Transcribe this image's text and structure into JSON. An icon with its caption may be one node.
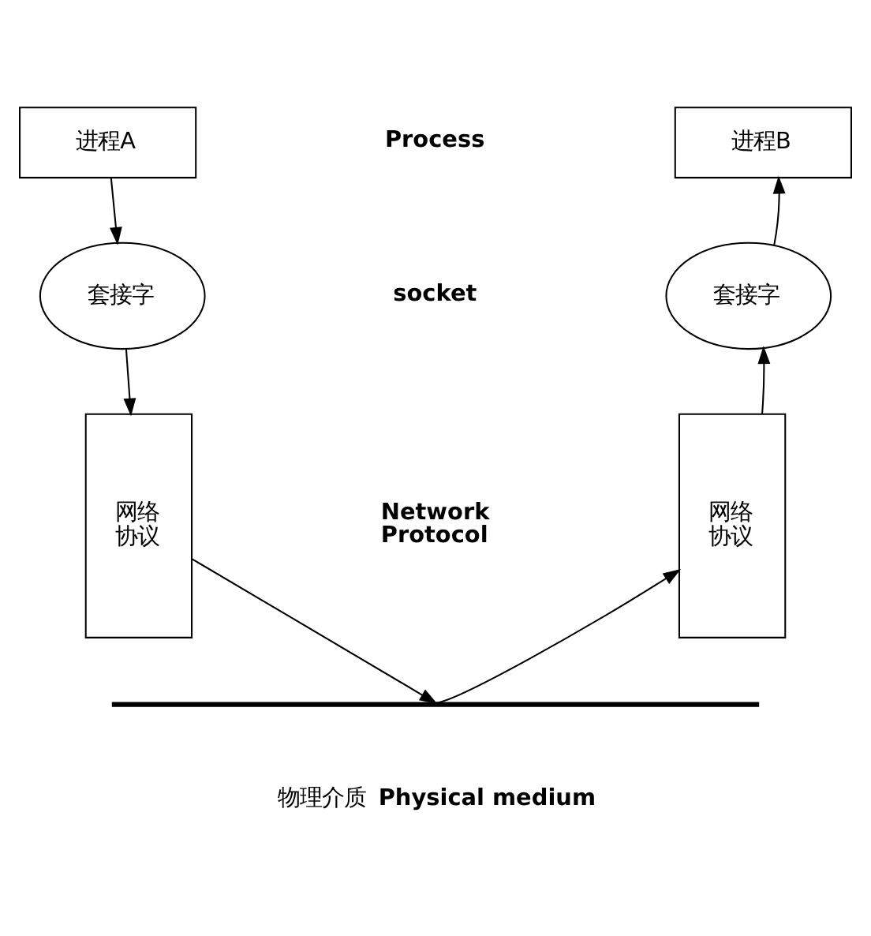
{
  "diagram": {
    "nodes": [
      {
        "text": [
          "进程A"
        ]
      },
      {
        "text": [
          "进程B"
        ]
      },
      {
        "text": [
          "套接字"
        ]
      },
      {
        "text": [
          "套接字"
        ]
      },
      {
        "text": [
          "网络协议"
        ]
      },
      {
        "text": [
          "网络协议"
        ]
      },
      {
        "text": [],
        "shape": "bar",
        "beside": [
          "物理介质",
          "Physical medium"
        ]
      }
    ],
    "edges": [
      {
        "from": 0,
        "to": 2,
        "arrow": "to"
      },
      {
        "from": 2,
        "to": 4,
        "arrow": "to"
      },
      {
        "from": 4,
        "to": 6,
        "arrow": "to"
      },
      {
        "from": 6,
        "to": 5,
        "arrow": "to"
      },
      {
        "from": 5,
        "to": 3,
        "arrow": "to"
      },
      {
        "from": 3,
        "to": 1,
        "arrow": "to"
      }
    ],
    "labels": [
      "Process",
      "socket",
      "Network Protocol"
    ]
  }
}
